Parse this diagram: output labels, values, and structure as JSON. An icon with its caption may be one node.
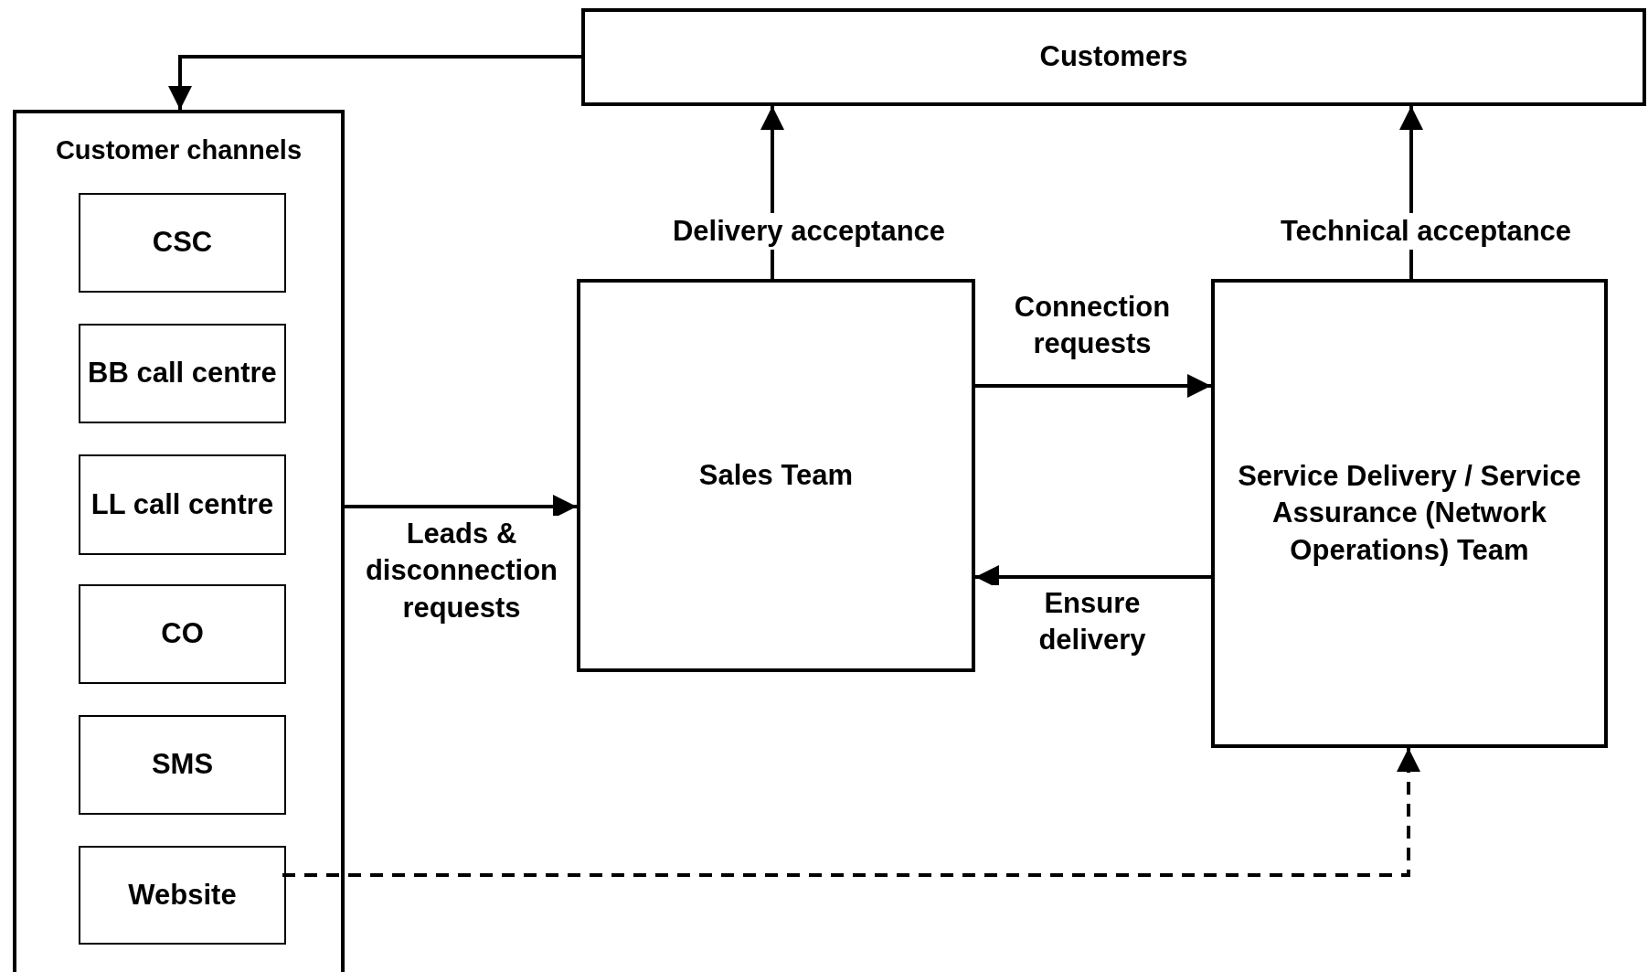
{
  "diagram": {
    "nodes": [
      {
        "text": [
          "Customers"
        ]
      },
      {
        "text": [
          "Customer channels"
        ]
      },
      {
        "text": [
          "CSC"
        ],
        "in": 1
      },
      {
        "text": [
          "BB call centre"
        ],
        "in": 1
      },
      {
        "text": [
          "LL call centre"
        ],
        "in": 1
      },
      {
        "text": [
          "CO"
        ],
        "in": 1
      },
      {
        "text": [
          "SMS"
        ],
        "in": 1
      },
      {
        "text": [
          "Website"
        ],
        "in": 1
      },
      {
        "text": [
          "Sales Team"
        ]
      },
      {
        "text": [
          "Service Delivery / Service Assurance (Network Operations) Team"
        ]
      }
    ],
    "edges": [
      {
        "from": 0,
        "to": 1,
        "arrow": "to"
      },
      {
        "from": 1,
        "to": 8,
        "arrow": "to",
        "label": "Leads & disconnection requests"
      },
      {
        "from": 8,
        "to": 0,
        "arrow": "to",
        "label": "Delivery acceptance"
      },
      {
        "from": 8,
        "to": 9,
        "arrow": "to",
        "label": "Connection requests"
      },
      {
        "from": 9,
        "to": 8,
        "arrow": "to",
        "label": "Ensure delivery"
      },
      {
        "from": 9,
        "to": 0,
        "arrow": "to",
        "label": "Technical acceptance"
      },
      {
        "from": 7,
        "to": 9,
        "arrow": "to",
        "style": "dashed"
      }
    ]
  }
}
